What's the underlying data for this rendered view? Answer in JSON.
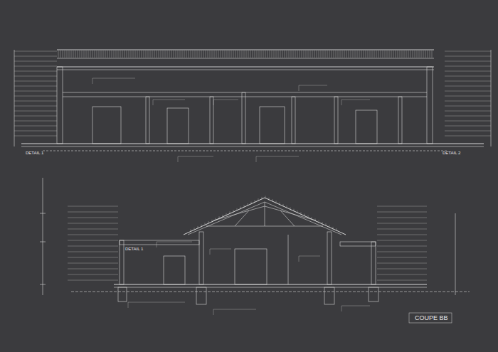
{
  "diagram": {
    "title": "COUPE BB",
    "labels": [
      "DETAIL 1",
      "DETAIL 2",
      "DETAIL 1"
    ]
  }
}
